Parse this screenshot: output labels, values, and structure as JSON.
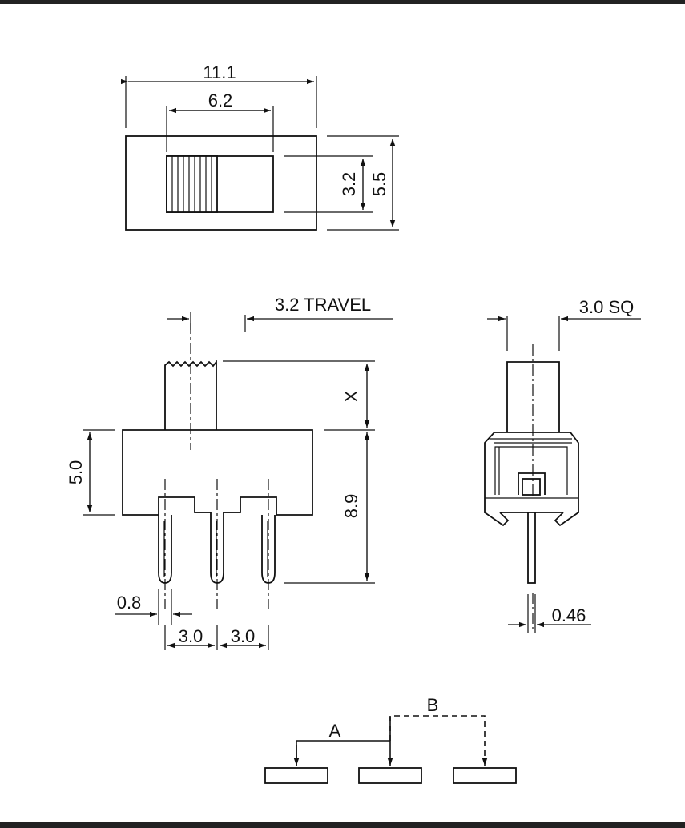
{
  "dimensions": {
    "top_width": "11.1",
    "top_slot_width": "6.2",
    "top_slot_height": "3.2",
    "top_height": "5.5",
    "travel": "3.2 TRAVEL",
    "actuator_size": "3.0 SQ",
    "actuator_height": "X",
    "body_height": "5.0",
    "total_height": "8.9",
    "pin_width": "0.8",
    "pitch_left": "3.0",
    "pitch_right": "3.0",
    "pin_thickness": "0.46"
  },
  "schematic": {
    "label_a": "A",
    "label_b": "B"
  }
}
